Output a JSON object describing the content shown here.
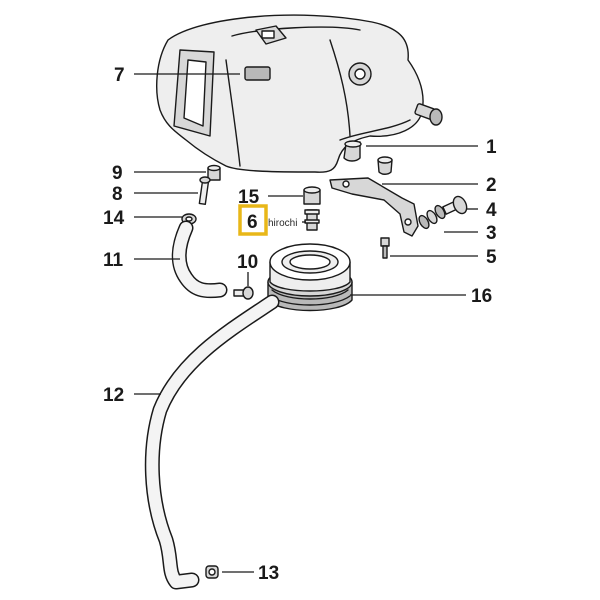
{
  "diagram": {
    "callouts": [
      {
        "id": "1",
        "label": "1"
      },
      {
        "id": "2",
        "label": "2"
      },
      {
        "id": "3",
        "label": "3"
      },
      {
        "id": "4",
        "label": "4"
      },
      {
        "id": "5",
        "label": "5"
      },
      {
        "id": "6",
        "label": "6",
        "highlighted": true
      },
      {
        "id": "7",
        "label": "7"
      },
      {
        "id": "8",
        "label": "8"
      },
      {
        "id": "9",
        "label": "9"
      },
      {
        "id": "10",
        "label": "10"
      },
      {
        "id": "11",
        "label": "11"
      },
      {
        "id": "12",
        "label": "12"
      },
      {
        "id": "13",
        "label": "13"
      },
      {
        "id": "14",
        "label": "14"
      },
      {
        "id": "15",
        "label": "15"
      },
      {
        "id": "16",
        "label": "16"
      }
    ],
    "watermark": "hirochi",
    "colors": {
      "highlight": "#e8b718",
      "ink": "#1a1a1a",
      "shading": "#d7d7d7"
    }
  }
}
